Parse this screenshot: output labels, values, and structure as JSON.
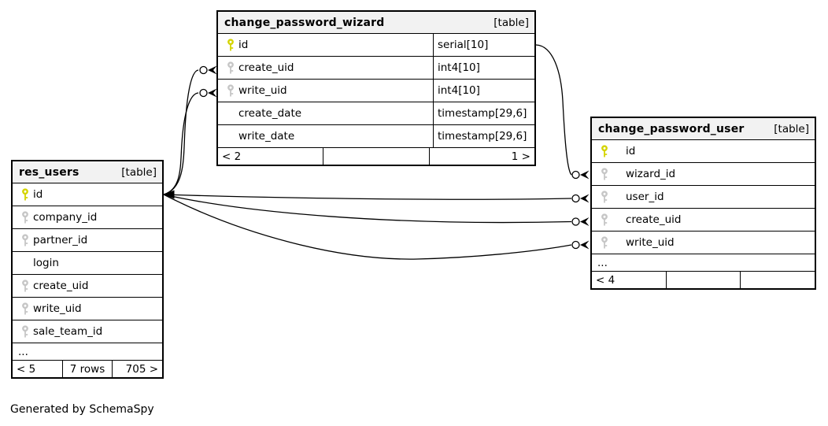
{
  "diagram": {
    "generator_note": "Generated by SchemaSpy",
    "colors": {
      "primary_key": "#d4d400",
      "foreign_key": "#c6c6c6",
      "header_bg": "#f2f2f2",
      "border": "#000000",
      "edge": "#000000"
    },
    "tables": [
      {
        "id": "change_password_wizard",
        "name": "change_password_wizard",
        "badge": "[table]",
        "columns": [
          {
            "name": "id",
            "key": "pk",
            "type": "serial[10]"
          },
          {
            "name": "create_uid",
            "key": "fk",
            "type": "int4[10]"
          },
          {
            "name": "write_uid",
            "key": "fk",
            "type": "int4[10]"
          },
          {
            "name": "create_date",
            "key": null,
            "type": "timestamp[29,6]"
          },
          {
            "name": "write_date",
            "key": null,
            "type": "timestamp[29,6]"
          }
        ],
        "ellipsis": null,
        "footer": [
          "< 2",
          "",
          "1 >"
        ]
      },
      {
        "id": "change_password_user",
        "name": "change_password_user",
        "badge": "[table]",
        "columns": [
          {
            "name": "id",
            "key": "pk",
            "type": null
          },
          {
            "name": "wizard_id",
            "key": "fk",
            "type": null
          },
          {
            "name": "user_id",
            "key": "fk",
            "type": null
          },
          {
            "name": "create_uid",
            "key": "fk",
            "type": null
          },
          {
            "name": "write_uid",
            "key": "fk",
            "type": null
          }
        ],
        "ellipsis": "...",
        "footer": [
          "< 4",
          "",
          ""
        ]
      },
      {
        "id": "res_users",
        "name": "res_users",
        "badge": "[table]",
        "columns": [
          {
            "name": "id",
            "key": "pk",
            "type": null
          },
          {
            "name": "company_id",
            "key": "fk",
            "type": null
          },
          {
            "name": "partner_id",
            "key": "fk",
            "type": null
          },
          {
            "name": "login",
            "key": null,
            "type": null
          },
          {
            "name": "create_uid",
            "key": "fk",
            "type": null
          },
          {
            "name": "write_uid",
            "key": "fk",
            "type": null
          },
          {
            "name": "sale_team_id",
            "key": "fk",
            "type": null
          }
        ],
        "ellipsis": "...",
        "footer": [
          "< 5",
          "7 rows",
          "705 >"
        ]
      }
    ],
    "relationships": [
      {
        "from": "res_users.id",
        "to": "change_password_wizard.create_uid"
      },
      {
        "from": "res_users.id",
        "to": "change_password_wizard.write_uid"
      },
      {
        "from": "change_password_wizard.id",
        "to": "change_password_user.wizard_id"
      },
      {
        "from": "res_users.id",
        "to": "change_password_user.user_id"
      },
      {
        "from": "res_users.id",
        "to": "change_password_user.create_uid"
      },
      {
        "from": "res_users.id",
        "to": "change_password_user.write_uid"
      }
    ]
  }
}
